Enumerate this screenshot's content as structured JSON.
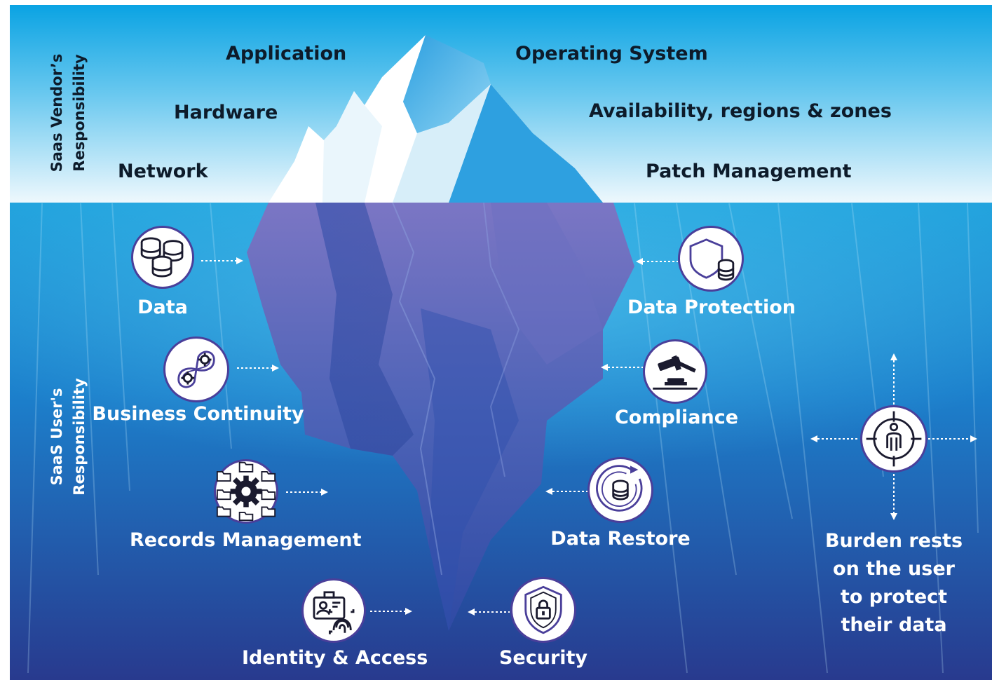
{
  "vendor": {
    "side_label_1": "Saas Vendor’s",
    "side_label_2": "Responsibility",
    "items": {
      "application": "Application",
      "operating_system": "Operating System",
      "hardware": "Hardware",
      "availability": "Availability, regions & zones",
      "network": "Network",
      "patch_management": "Patch Management"
    }
  },
  "user": {
    "side_label_1": "SaaS User's",
    "side_label_2": "Responsibility",
    "items": {
      "data": "Data",
      "data_protection": "Data Protection",
      "business_continuity": "Business Continuity",
      "compliance": "Compliance",
      "records_management": "Records Management",
      "data_restore": "Data Restore",
      "identity_access": "Identity & Access",
      "security": "Security"
    },
    "burden": [
      "Burden rests",
      "on the user",
      "to protect",
      "their data"
    ]
  },
  "icons": {
    "data": "database-stack-icon",
    "data_protection": "shield-database-icon",
    "business_continuity": "infinity-gears-icon",
    "compliance": "gavel-icon",
    "records_management": "gear-folders-icon",
    "data_restore": "database-restore-icon",
    "identity_access": "id-fingerprint-icon",
    "security": "shield-lock-icon",
    "burden": "person-target-icon"
  },
  "colors": {
    "sky_top": "#0aa3e3",
    "sky_bottom": "#eaf6fc",
    "water_top": "#1aa0dc",
    "water_bottom": "#2a3a90",
    "icon_outline": "#4a3f9a",
    "label_dark": "#0d1b2a",
    "label_light": "#ffffff"
  }
}
